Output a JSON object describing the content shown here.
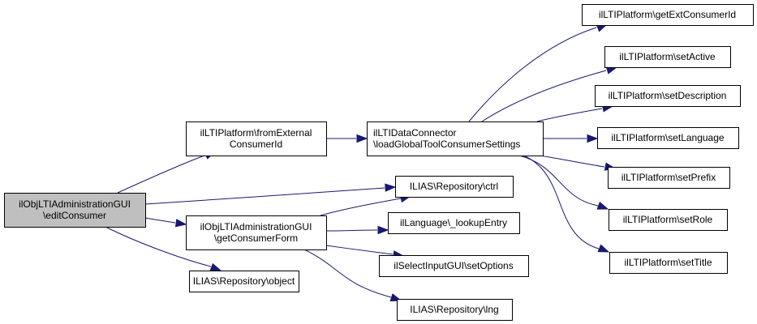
{
  "diagram": {
    "type": "call-graph",
    "colors": {
      "edge": "#191970",
      "root_fill": "#bfbfbf",
      "node_fill": "#ffffff",
      "node_border": "#000000"
    },
    "nodes": [
      {
        "id": "editConsumer",
        "lines": [
          "ilObjLTIAdministrationGUI",
          "\\editConsumer"
        ],
        "root": true
      },
      {
        "id": "fromExternalConsumerId",
        "lines": [
          "ilLTIPlatform\\fromExternal",
          "ConsumerId"
        ]
      },
      {
        "id": "loadGlobalToolConsumerSettings",
        "lines": [
          "ilLTIDataConnector",
          "\\loadGlobalToolConsumerSettings"
        ]
      },
      {
        "id": "ctrl",
        "lines": [
          "ILIAS\\Repository\\ctrl"
        ]
      },
      {
        "id": "getConsumerForm",
        "lines": [
          "ilObjLTIAdministrationGUI",
          "\\getConsumerForm"
        ]
      },
      {
        "id": "lookupEntry",
        "lines": [
          "ilLanguage\\_lookupEntry"
        ]
      },
      {
        "id": "setOptions",
        "lines": [
          "ilSelectInputGUI\\setOptions"
        ]
      },
      {
        "id": "object",
        "lines": [
          "ILIAS\\Repository\\object"
        ]
      },
      {
        "id": "lng",
        "lines": [
          "ILIAS\\Repository\\lng"
        ]
      },
      {
        "id": "getExtConsumerId",
        "lines": [
          "ilLTIPlatform\\getExtConsumerId"
        ]
      },
      {
        "id": "setActive",
        "lines": [
          "ilLTIPlatform\\setActive"
        ]
      },
      {
        "id": "setDescription",
        "lines": [
          "ilLTIPlatform\\setDescription"
        ]
      },
      {
        "id": "setLanguage",
        "lines": [
          "ilLTIPlatform\\setLanguage"
        ]
      },
      {
        "id": "setPrefix",
        "lines": [
          "ilLTIPlatform\\setPrefix"
        ]
      },
      {
        "id": "setRole",
        "lines": [
          "ilLTIPlatform\\setRole"
        ]
      },
      {
        "id": "setTitle",
        "lines": [
          "ilLTIPlatform\\setTitle"
        ]
      }
    ],
    "edges": [
      {
        "from": "editConsumer",
        "to": "fromExternalConsumerId"
      },
      {
        "from": "editConsumer",
        "to": "ctrl"
      },
      {
        "from": "editConsumer",
        "to": "getConsumerForm"
      },
      {
        "from": "editConsumer",
        "to": "object"
      },
      {
        "from": "fromExternalConsumerId",
        "to": "loadGlobalToolConsumerSettings"
      },
      {
        "from": "loadGlobalToolConsumerSettings",
        "to": "getExtConsumerId"
      },
      {
        "from": "loadGlobalToolConsumerSettings",
        "to": "setActive"
      },
      {
        "from": "loadGlobalToolConsumerSettings",
        "to": "setDescription"
      },
      {
        "from": "loadGlobalToolConsumerSettings",
        "to": "setLanguage"
      },
      {
        "from": "loadGlobalToolConsumerSettings",
        "to": "setPrefix"
      },
      {
        "from": "loadGlobalToolConsumerSettings",
        "to": "setRole"
      },
      {
        "from": "loadGlobalToolConsumerSettings",
        "to": "setTitle"
      },
      {
        "from": "getConsumerForm",
        "to": "ctrl"
      },
      {
        "from": "getConsumerForm",
        "to": "lookupEntry"
      },
      {
        "from": "getConsumerForm",
        "to": "setOptions"
      },
      {
        "from": "getConsumerForm",
        "to": "lng"
      }
    ]
  }
}
